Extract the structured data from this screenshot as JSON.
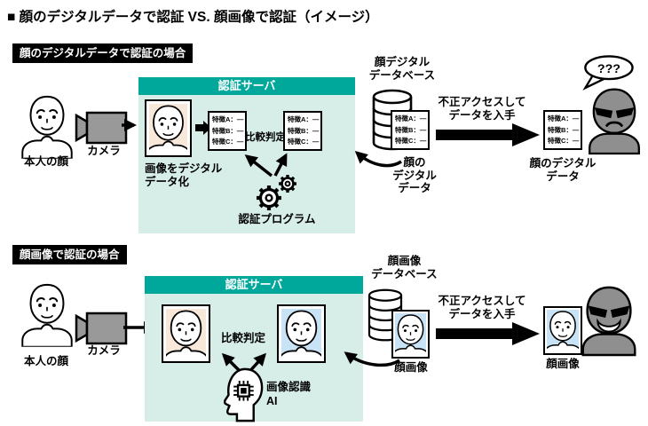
{
  "title": "■ 顔のデジタルデータで認証 VS. 顔画像で認証（イメージ）",
  "colors": {
    "server_header_teal": "#00a79b",
    "server_body_mint": "#d6ede8",
    "camera_photo_beige": "#f8e8da",
    "db_photo_blue": "#c9e3f6",
    "attacker_gray": "#8f8f8f"
  },
  "section1": {
    "heading": "顔のデジタルデータで認証の場合",
    "person_label": "本人の顔",
    "camera_label": "カメラ",
    "server_title": "認証サーバ",
    "digitize_lines": [
      "画像をデジタル",
      "データ化"
    ],
    "compare_label": "比較判定",
    "program_label": "認証プログラム",
    "feature_lines": [
      "特徴A：—",
      "特徴B：—",
      "特徴C：—"
    ],
    "db_lines": [
      "顔デジタル",
      "データベース"
    ],
    "db_data_lines": [
      "顔の",
      "デジタル",
      "データ"
    ],
    "hack_lines": [
      "不正アクセスして",
      "データを入手"
    ],
    "stolen_lines": [
      "顔のデジタル",
      "データ"
    ],
    "bubble_text": "???"
  },
  "section2": {
    "heading": "顔画像で認証の場合",
    "person_label": "本人の顔",
    "camera_label": "カメラ",
    "server_title": "認証サーバ",
    "compare_label": "比較判定",
    "ai_lines": [
      "画像認識",
      "AI"
    ],
    "db_lines": [
      "顔画像",
      "データベース"
    ],
    "image_label": "顔画像",
    "hack_lines": [
      "不正アクセスして",
      "データを入手"
    ],
    "stolen_label": "顔画像"
  }
}
